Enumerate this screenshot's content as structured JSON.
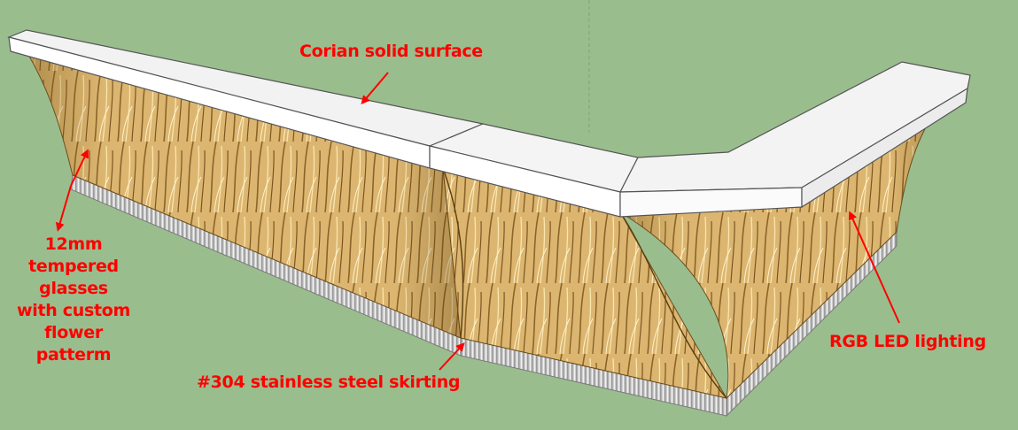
{
  "callouts": {
    "top_surface": "Corian solid surface",
    "glass_panels": [
      "12mm",
      "tempered",
      "glasses",
      "with custom",
      "flower",
      "patterm"
    ],
    "skirting": "#304 stainless steel skirting",
    "lighting": "RGB LED lighting"
  },
  "colors": {
    "background": "#9abd8e",
    "annotation_text": "#ff0000",
    "arrow": "#ff0000",
    "countertop_top": "#f4f4f4",
    "countertop_edge": "#ffffff",
    "grass_fill": "#d9b468",
    "grass_stroke": "#8a6a2a",
    "skirting_fill": "#c8c8c8"
  }
}
